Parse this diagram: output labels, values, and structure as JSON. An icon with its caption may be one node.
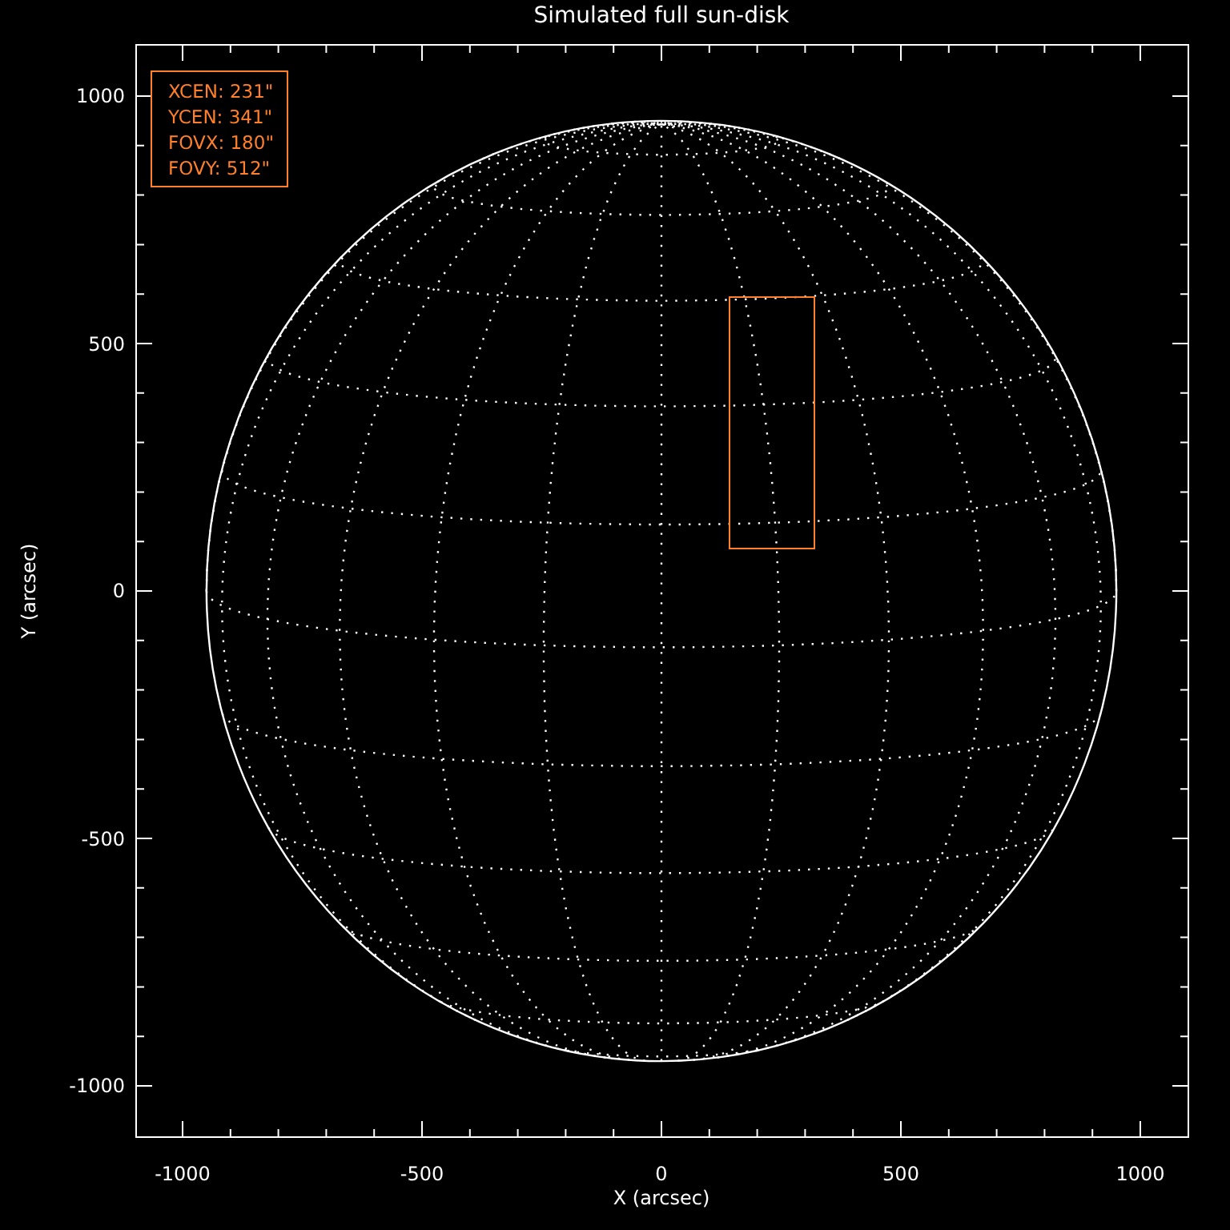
{
  "diagram": {
    "title": "Simulated full sun-disk",
    "nodes": [
      {
        "text": [
          "XCEN: 231\"",
          "YCEN: 341\"",
          "FOVX: 180\"",
          "FOVY: 512\""
        ]
      },
      {
        "text": [],
        "shape": "box"
      }
    ],
    "edges": [],
    "labels": [
      "1000",
      "500",
      "0",
      "-500",
      "-1000",
      "-1000",
      "-500",
      "0",
      "500",
      "1000",
      "X (arcsec)",
      "Y (arcsec)"
    ]
  }
}
